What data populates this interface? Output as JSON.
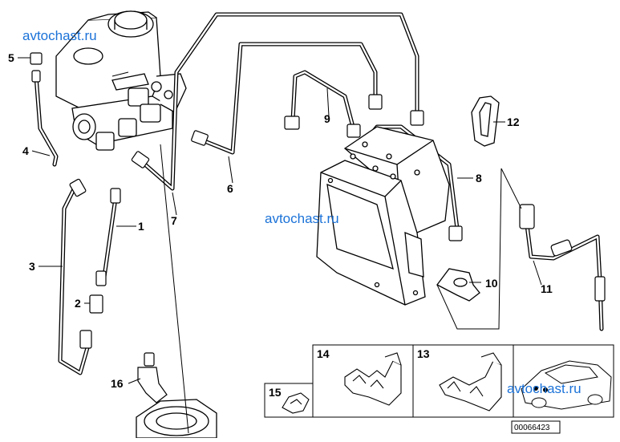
{
  "watermarks": [
    "avtochast.ru",
    "avtochast.ru",
    "avtochast.ru"
  ],
  "callouts": {
    "p1": "1",
    "p2": "2",
    "p3": "3",
    "p4": "4",
    "p5": "5",
    "p6": "6",
    "p7": "7",
    "p8": "8",
    "p9": "9",
    "p10": "10",
    "p11": "11",
    "p12": "12",
    "p13": "13",
    "p14": "14",
    "p15": "15",
    "p16": "16"
  },
  "diagram_number": "00066423"
}
